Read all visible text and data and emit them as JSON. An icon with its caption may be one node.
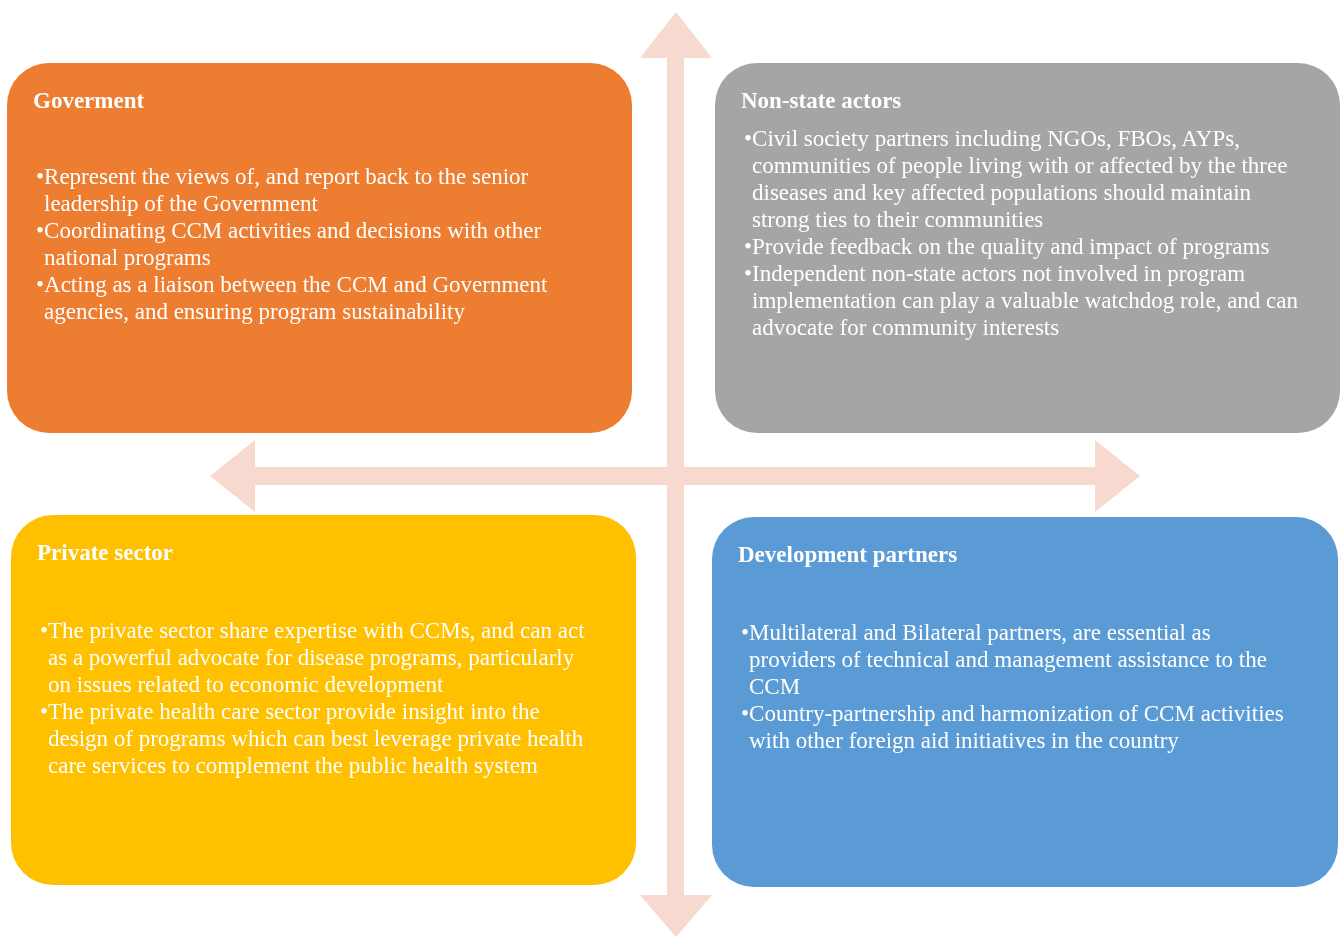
{
  "diagram": {
    "nodes": [
      {
        "text": [
          "Goverment",
          "•Represent the views of, and report back to the senior leadership of the Government",
          "•Coordinating CCM activities and decisions with other national programs",
          "•Acting as a liaison between the CCM and Government agencies, and ensuring program sustainability"
        ]
      },
      {
        "text": [
          "Non-state actors",
          "•Civil society partners including NGOs, FBOs, AYPs, communities of people living with or affected by the three diseases and key affected populations should maintain strong ties to their communities",
          "•Provide feedback on the quality and impact of programs",
          "•Independent non-state actors not involved in program implementation can play a valuable watchdog role, and can advocate for community interests"
        ]
      },
      {
        "text": [
          "Private sector",
          "•The private sector share expertise with CCMs, and can act as a powerful advocate for disease programs, particularly on issues related to economic development",
          "•The private health care sector provide insight into the design of programs which can best leverage private health care services to complement the public health system"
        ]
      },
      {
        "text": [
          "Development partners",
          "•Multilateral and Bilateral partners, are essential as providers of technical and management assistance to the CCM",
          "•Country-partnership and harmonization of CCM activities with other foreign aid initiatives in the country"
        ]
      }
    ]
  }
}
